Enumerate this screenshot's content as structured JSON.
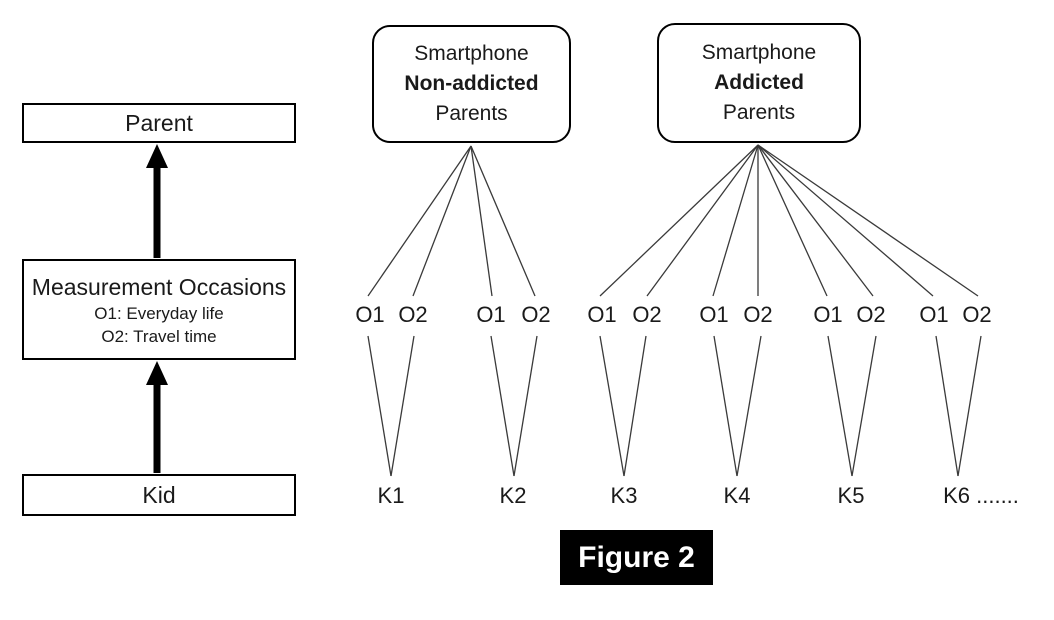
{
  "figure": {
    "caption": "Figure 2"
  },
  "left_flow": {
    "parent": "Parent",
    "measurement": {
      "title": "Measurement Occasions",
      "o1_desc": "O1: Everyday life",
      "o2_desc": "O2: Travel time"
    },
    "kid": "Kid"
  },
  "parent_groups": [
    {
      "line1": "Smartphone",
      "line2": "Non-addicted",
      "line3": "Parents"
    },
    {
      "line1": "Smartphone",
      "line2": "Addicted",
      "line3": "Parents"
    }
  ],
  "occasion_pairs": [
    {
      "o1": "O1",
      "o2": "O2"
    },
    {
      "o1": "O1",
      "o2": "O2"
    },
    {
      "o1": "O1",
      "o2": "O2"
    },
    {
      "o1": "O1",
      "o2": "O2"
    },
    {
      "o1": "O1",
      "o2": "O2"
    },
    {
      "o1": "O1",
      "o2": "O2"
    }
  ],
  "kids": [
    "K1",
    "K2",
    "K3",
    "K4",
    "K5",
    "K6 ......."
  ],
  "colors": {
    "line": "#3a3a3a",
    "border": "#000000",
    "caption_bg": "#000000"
  }
}
